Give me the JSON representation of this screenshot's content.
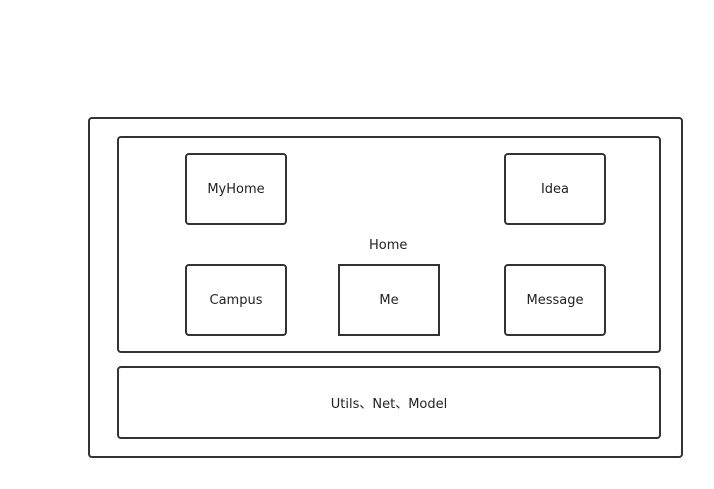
{
  "diagram": {
    "home_label": "Home",
    "modules": {
      "myhome": "MyHome",
      "idea": "Idea",
      "campus": "Campus",
      "me": "Me",
      "message": "Message"
    },
    "base_layer_label": "Utils、Net、Model"
  }
}
